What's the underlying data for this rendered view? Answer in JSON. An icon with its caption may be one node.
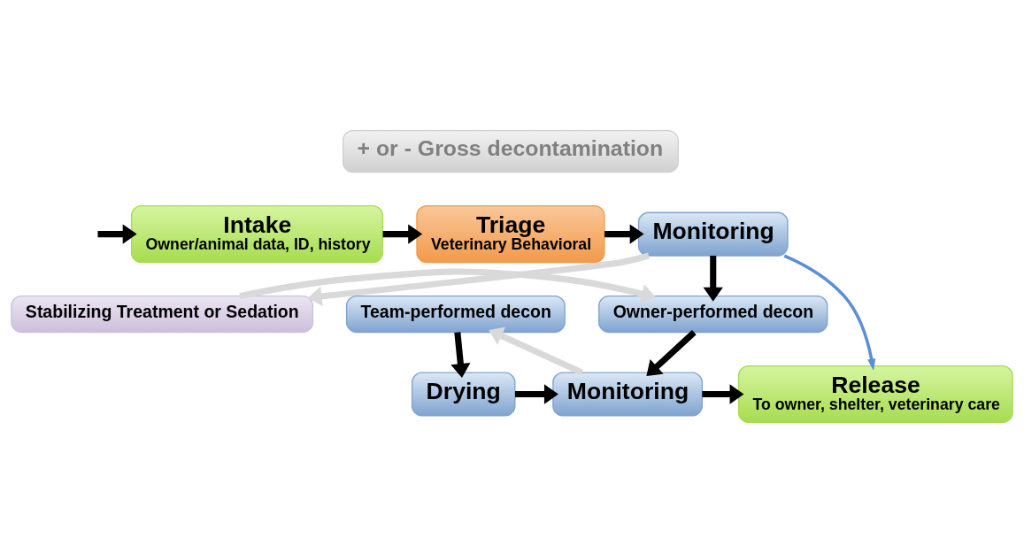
{
  "diagram": {
    "nodes": [
      {
        "text": [
          "+ or - Gross decontamination"
        ]
      },
      {
        "text": [
          "Intake",
          "Owner/animal data, ID, history"
        ]
      },
      {
        "text": [
          "Triage",
          "Veterinary Behavioral"
        ]
      },
      {
        "text": [
          "Monitoring"
        ]
      },
      {
        "text": [
          "Team-performed decon"
        ]
      },
      {
        "text": [
          "Owner-performed decon"
        ]
      },
      {
        "text": [
          "Stabilizing Treatment or Sedation"
        ]
      },
      {
        "text": [
          "Drying"
        ]
      },
      {
        "text": [
          "Monitoring"
        ]
      },
      {
        "text": [
          "Release",
          "To owner, shelter, veterinary care"
        ]
      }
    ],
    "edges": [
      {
        "from": null,
        "to": 1,
        "arrow": "to"
      },
      {
        "from": 1,
        "to": 2,
        "arrow": "to"
      },
      {
        "from": 2,
        "to": 3,
        "arrow": "to"
      },
      {
        "from": 3,
        "to": 5,
        "arrow": "to"
      },
      {
        "from": 3,
        "to": 6,
        "arrow": "to",
        "color": "#d9d9d9"
      },
      {
        "from": 6,
        "to": 5,
        "arrow": "to",
        "color": "#d9d9d9"
      },
      {
        "from": 4,
        "to": 7,
        "arrow": "to"
      },
      {
        "from": 5,
        "to": 8,
        "arrow": "to"
      },
      {
        "from": 7,
        "to": 8,
        "arrow": "to"
      },
      {
        "from": 8,
        "to": 4,
        "arrow": "to",
        "color": "#d9d9d9"
      },
      {
        "from": 8,
        "to": 9,
        "arrow": "to"
      },
      {
        "from": 3,
        "to": 9,
        "arrow": "to",
        "color": "#5b8ed6"
      }
    ]
  }
}
